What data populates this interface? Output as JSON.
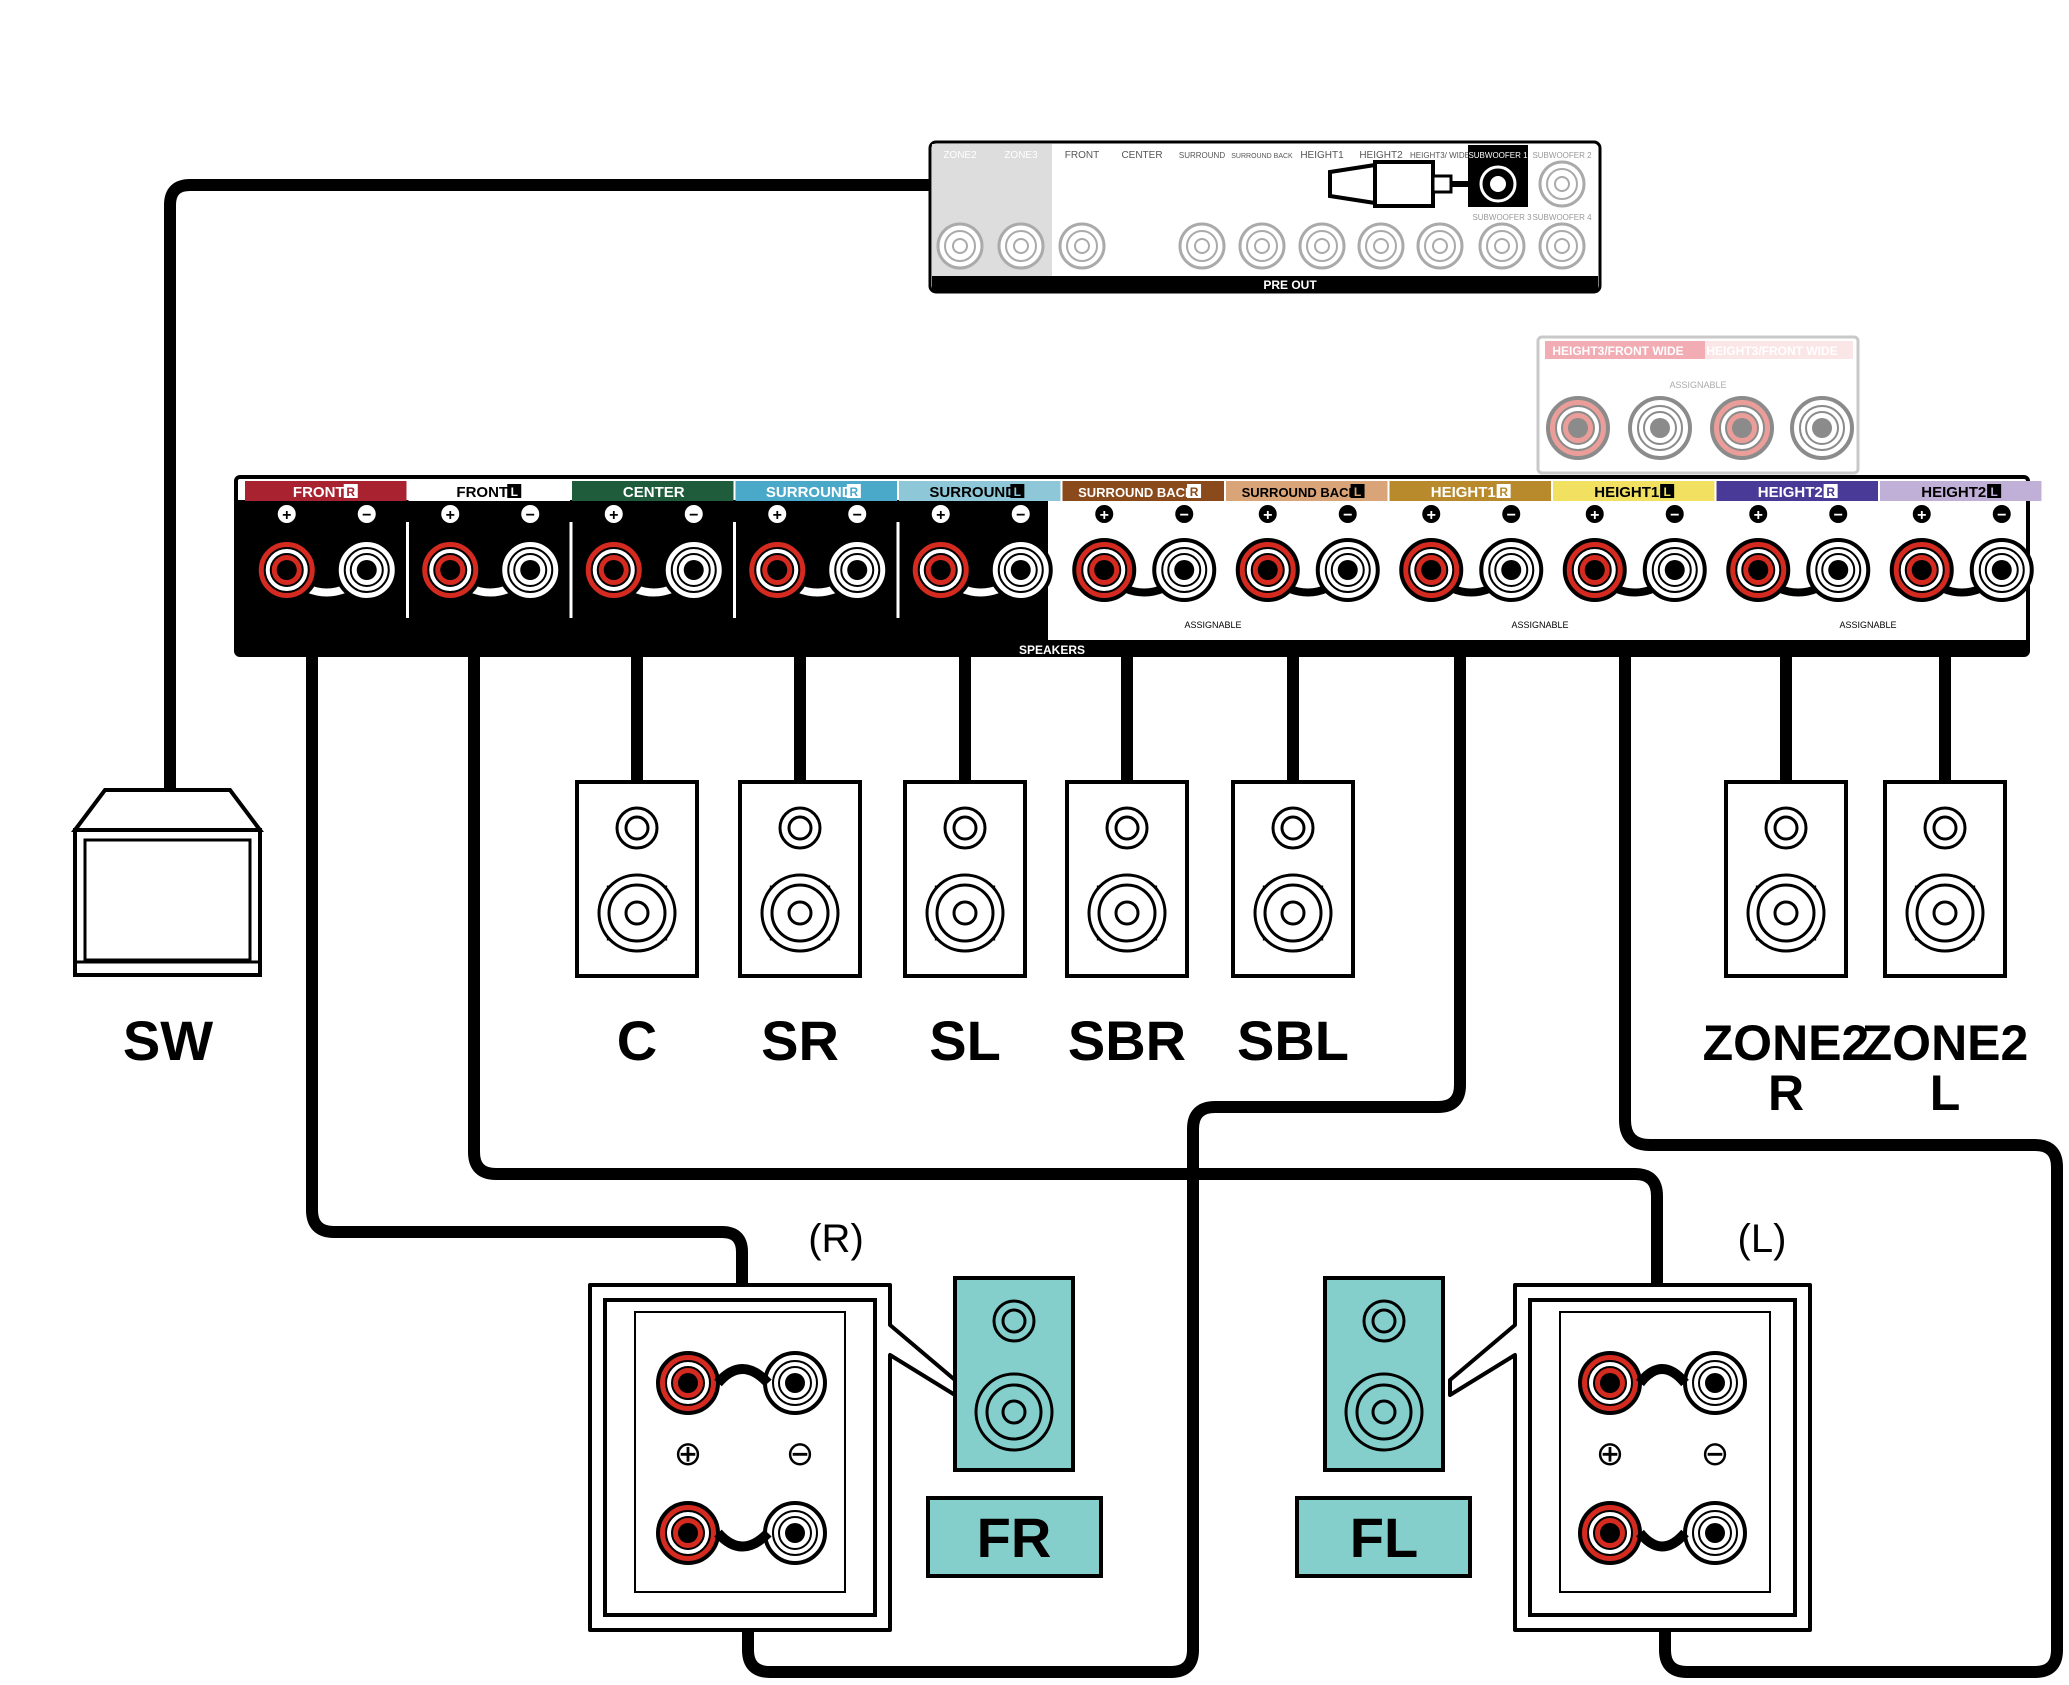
{
  "pre_out": {
    "title": "PRE OUT",
    "labels": [
      "ZONE2",
      "ZONE3",
      "FRONT",
      "CENTER",
      "SURROUND",
      "SURROUND BACK",
      "HEIGHT1",
      "HEIGHT2",
      "HEIGHT3/ WIDE"
    ],
    "subwoofer_labels": [
      "SUBWOOFER 1",
      "SUBWOOFER 2",
      "SUBWOOFER 3",
      "SUBWOOFER 4"
    ]
  },
  "height3": {
    "labels": [
      "HEIGHT3/FRONT WIDE",
      "HEIGHT3/FRONT WIDE"
    ],
    "assignable": "ASSIGNABLE"
  },
  "speakers_panel": {
    "title": "SPEAKERS",
    "assignable": "ASSIGNABLE",
    "channels": [
      {
        "label": "FRONT",
        "side": "R",
        "color": "#a8232f",
        "text_color": "#ffffff"
      },
      {
        "label": "FRONT",
        "side": "L",
        "color": "#ffffff",
        "text_color": "#000000"
      },
      {
        "label": "CENTER",
        "side": "",
        "color": "#1e5c3c",
        "text_color": "#ffffff"
      },
      {
        "label": "SURROUND",
        "side": "R",
        "color": "#4aa8c8",
        "text_color": "#ffffff"
      },
      {
        "label": "SURROUND",
        "side": "L",
        "color": "#8ec8d8",
        "text_color": "#000000"
      },
      {
        "label": "SURROUND BACK",
        "side": "R",
        "color": "#8b4a1c",
        "text_color": "#ffffff"
      },
      {
        "label": "SURROUND BACK",
        "side": "L",
        "color": "#d8a478",
        "text_color": "#000000"
      },
      {
        "label": "HEIGHT1",
        "side": "R",
        "color": "#b88a2c",
        "text_color": "#ffffff"
      },
      {
        "label": "HEIGHT1",
        "side": "L",
        "color": "#f2e060",
        "text_color": "#000000"
      },
      {
        "label": "HEIGHT2",
        "side": "R",
        "color": "#4a3a98",
        "text_color": "#ffffff"
      },
      {
        "label": "HEIGHT2",
        "side": "L",
        "color": "#c0b0d8",
        "text_color": "#000000"
      }
    ]
  },
  "speakers": [
    {
      "label": "C"
    },
    {
      "label": "SR"
    },
    {
      "label": "SL"
    },
    {
      "label": "SBR"
    },
    {
      "label": "SBL"
    },
    {
      "label": "ZONE2",
      "sub": "R"
    },
    {
      "label": "ZONE2",
      "sub": "L"
    }
  ],
  "subwoofer": {
    "label": "SW"
  },
  "front_right": {
    "label": "FR",
    "side": "(R)"
  },
  "front_left": {
    "label": "FL",
    "side": "(L)"
  },
  "colors": {
    "red_terminal": "#d42a20",
    "speaker_teal": "#84cfcb",
    "cable": "#000000"
  }
}
